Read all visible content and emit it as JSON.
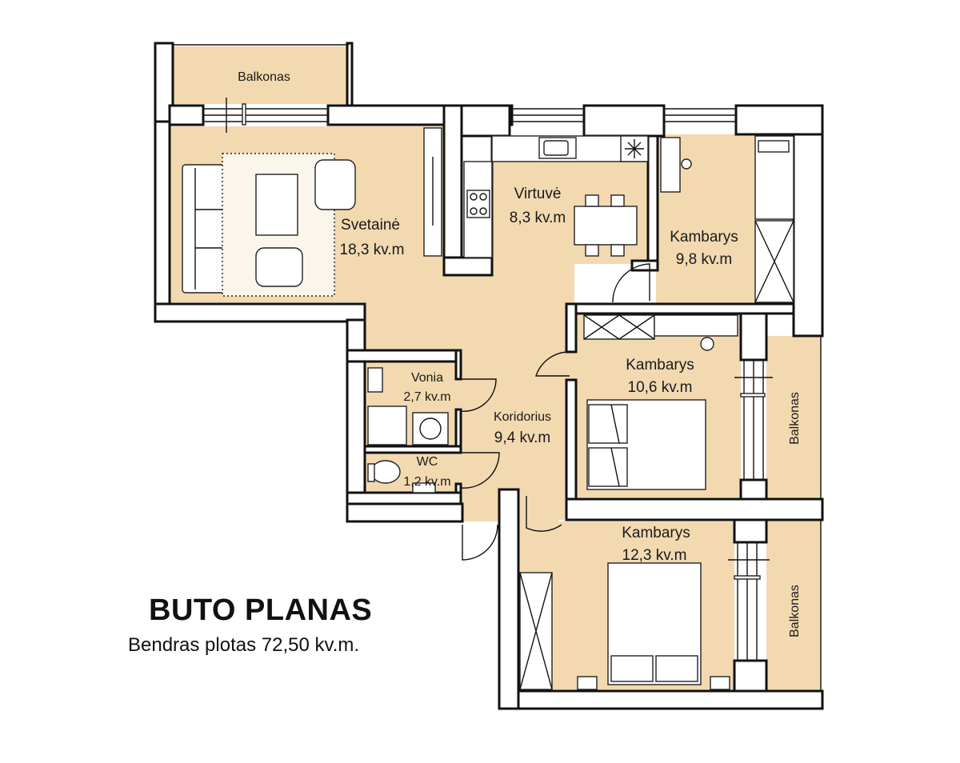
{
  "plan": {
    "title": "BUTO PLANAS",
    "subtitle": "Bendras plotas 72,50 kv.m."
  },
  "rooms": {
    "balkonas_top": {
      "name": "Balkonas"
    },
    "svetaine": {
      "name": "Svetainė",
      "area": "18,3 kv.m"
    },
    "virtuve": {
      "name": "Virtuvė",
      "area": "8,3 kv.m"
    },
    "kambarys_1": {
      "name": "Kambarys",
      "area": "9,8 kv.m"
    },
    "kambarys_2": {
      "name": "Kambarys",
      "area": "10,6 kv.m"
    },
    "kambarys_3": {
      "name": "Kambarys",
      "area": "12,3 kv.m"
    },
    "vonia": {
      "name": "Vonia",
      "area": "2,7 kv.m"
    },
    "wc": {
      "name": "WC",
      "area": "1,2 kv.m"
    },
    "koridorius": {
      "name": "Koridorius",
      "area": "9,4 kv.m"
    },
    "balkonas_right_1": {
      "name": "Balkonas"
    },
    "balkonas_right_2": {
      "name": "Balkonas"
    }
  },
  "colors": {
    "floor": "#f2d9b0",
    "wall": "#111111",
    "background": "#ffffff"
  }
}
